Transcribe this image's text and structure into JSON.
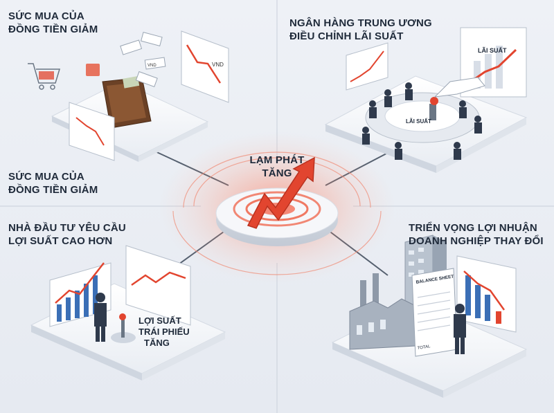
{
  "center": {
    "line1": "LẠM PHÁT",
    "line2": "TĂNG"
  },
  "panels": {
    "top_left": {
      "line1": "SỨC MUA CỦA",
      "line2": "ĐỒNG TIỀN GIẢM",
      "chart_label": "VND",
      "banknote": "VND"
    },
    "mid_left": {
      "line1": "SỨC MUA CỦA",
      "line2": "ĐỒNG TIỀN GIẢM"
    },
    "top_right": {
      "line1": "NGÂN HÀNG TRUNG ƯƠNG",
      "line2": "ĐIỀU CHỈNH LÃI SUẤT",
      "board_label": "LÃI SUẤT",
      "dial_label": "LÃI SUẤT"
    },
    "bottom_left": {
      "line1": "NHÀ ĐẦU TƯ YÊU CẦU",
      "line2": "LỢI SUẤT CAO HƠN",
      "label1": "LỢI SUẤT",
      "label2": "TRÁI PHIẾU",
      "label3": "TĂNG"
    },
    "bottom_right": {
      "line1": "TRIỂN VỌNG LỢI NHUẬN",
      "line2": "DOANH NGHIỆP THAY ĐỔI",
      "sheet_title": "BALANCE SHEET",
      "sheet_total": "TOTAL"
    }
  },
  "colors": {
    "accent": "#e2452f",
    "ink": "#1f2a3a",
    "platform": "#f7f8fb",
    "connector": "#55606f"
  },
  "icons": [
    "wallet-icon",
    "shopping-cart-icon",
    "shopping-bag-icon",
    "banknote-icon",
    "factory-icon",
    "office-building-icon",
    "businessman-icon",
    "lever-icon",
    "conference-table-icon",
    "up-arrow-icon"
  ]
}
